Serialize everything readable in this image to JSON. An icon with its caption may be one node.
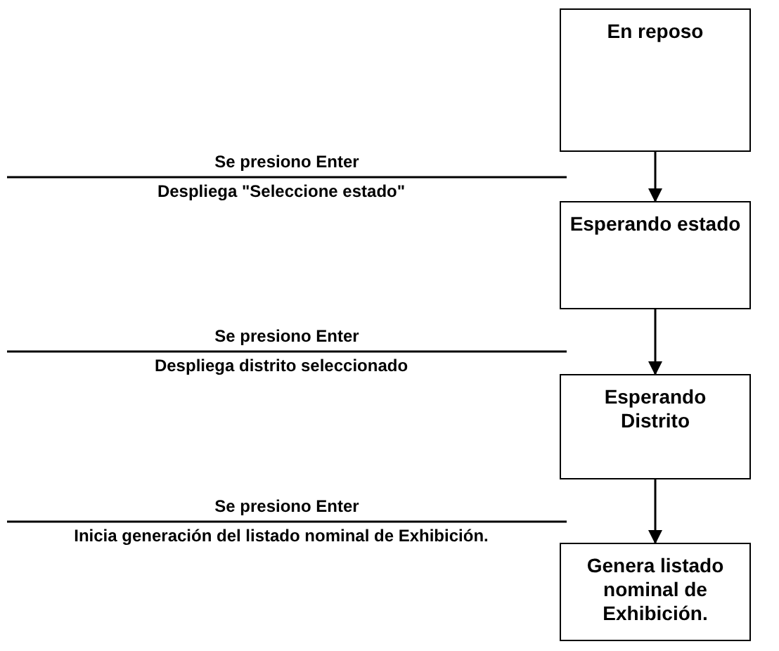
{
  "diagram": {
    "nodes": [
      {
        "text": [
          "En reposo"
        ]
      },
      {
        "text": [
          "Esperando estado"
        ]
      },
      {
        "text": [
          "Esperando Distrito"
        ]
      },
      {
        "text": [
          "Genera listado nominal de Exhibición."
        ]
      }
    ],
    "edges": [
      {
        "from": 0,
        "to": 1,
        "arrow": "to"
      },
      {
        "from": 1,
        "to": 2,
        "arrow": "to"
      },
      {
        "from": 2,
        "to": 3,
        "arrow": "to"
      }
    ],
    "labels": [
      "Se presiono Enter",
      "Despliega \"Seleccione estado\"",
      "Se presiono Enter",
      "Despliega distrito seleccionado",
      "Se presiono Enter",
      "Inicia generación del listado nominal de Exhibición."
    ]
  }
}
